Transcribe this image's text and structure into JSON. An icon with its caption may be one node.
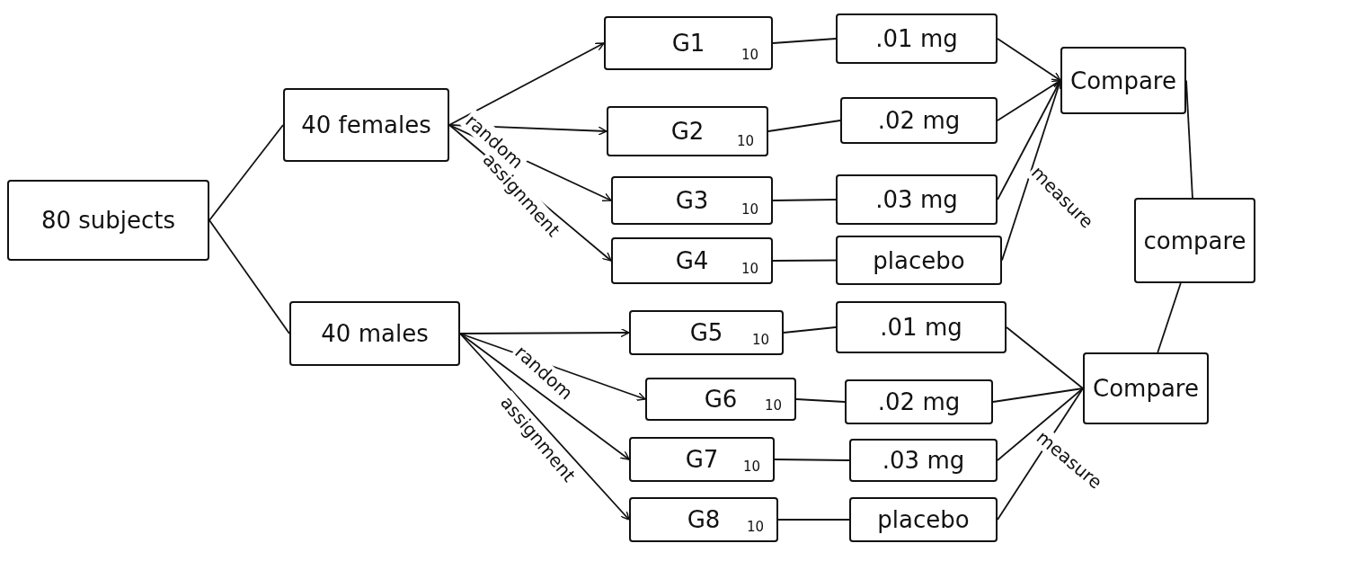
{
  "diagram": {
    "nodes": [
      {
        "text": [
          "80 subjects"
        ]
      },
      {
        "text": [
          "40 females"
        ]
      },
      {
        "text": [
          "40 males"
        ]
      },
      {
        "text": [
          "G1",
          "10"
        ]
      },
      {
        "text": [
          "G2",
          "10"
        ]
      },
      {
        "text": [
          "G3",
          "10"
        ]
      },
      {
        "text": [
          "G4",
          "10"
        ]
      },
      {
        "text": [
          "G5",
          "10"
        ]
      },
      {
        "text": [
          "G6",
          "10"
        ]
      },
      {
        "text": [
          "G7",
          "10"
        ]
      },
      {
        "text": [
          "G8",
          "10"
        ]
      },
      {
        "text": [
          ".01 mg"
        ]
      },
      {
        "text": [
          ".02 mg"
        ]
      },
      {
        "text": [
          ".03 mg"
        ]
      },
      {
        "text": [
          "placebo"
        ]
      },
      {
        "text": [
          ".01 mg"
        ]
      },
      {
        "text": [
          ".02 mg"
        ]
      },
      {
        "text": [
          ".03 mg"
        ]
      },
      {
        "text": [
          "placebo"
        ]
      },
      {
        "text": [
          "Compare"
        ]
      },
      {
        "text": [
          "compare"
        ]
      },
      {
        "text": [
          "Compare"
        ]
      }
    ],
    "edges": [
      {
        "from": 0,
        "to": 1,
        "arrow": "none"
      },
      {
        "from": 0,
        "to": 2,
        "arrow": "none"
      },
      {
        "from": 1,
        "to": 3,
        "arrow": "to"
      },
      {
        "from": 1,
        "to": 4,
        "arrow": "to"
      },
      {
        "from": 1,
        "to": 5,
        "arrow": "to"
      },
      {
        "from": 1,
        "to": 6,
        "arrow": "to"
      },
      {
        "from": 2,
        "to": 7,
        "arrow": "to"
      },
      {
        "from": 2,
        "to": 8,
        "arrow": "to"
      },
      {
        "from": 2,
        "to": 9,
        "arrow": "to"
      },
      {
        "from": 2,
        "to": 10,
        "arrow": "to"
      },
      {
        "from": 3,
        "to": 11,
        "arrow": "none"
      },
      {
        "from": 4,
        "to": 12,
        "arrow": "none"
      },
      {
        "from": 5,
        "to": 13,
        "arrow": "none"
      },
      {
        "from": 6,
        "to": 14,
        "arrow": "none"
      },
      {
        "from": 7,
        "to": 15,
        "arrow": "none"
      },
      {
        "from": 8,
        "to": 16,
        "arrow": "none"
      },
      {
        "from": 9,
        "to": 17,
        "arrow": "none"
      },
      {
        "from": 10,
        "to": 18,
        "arrow": "none"
      },
      {
        "from": 11,
        "to": 19,
        "arrow": "to"
      },
      {
        "from": 12,
        "to": 19,
        "arrow": "to"
      },
      {
        "from": 13,
        "to": 19,
        "arrow": "to"
      },
      {
        "from": 14,
        "to": 19,
        "arrow": "to"
      },
      {
        "from": 15,
        "to": 21,
        "arrow": "none"
      },
      {
        "from": 16,
        "to": 21,
        "arrow": "none"
      },
      {
        "from": 17,
        "to": 21,
        "arrow": "none"
      },
      {
        "from": 18,
        "to": 21,
        "arrow": "none"
      },
      {
        "from": 19,
        "to": 20,
        "arrow": "none"
      },
      {
        "from": 21,
        "to": 20,
        "arrow": "none"
      }
    ],
    "labels": [
      "random",
      "assignment",
      "measure",
      "random",
      "assignment",
      "measure"
    ]
  }
}
